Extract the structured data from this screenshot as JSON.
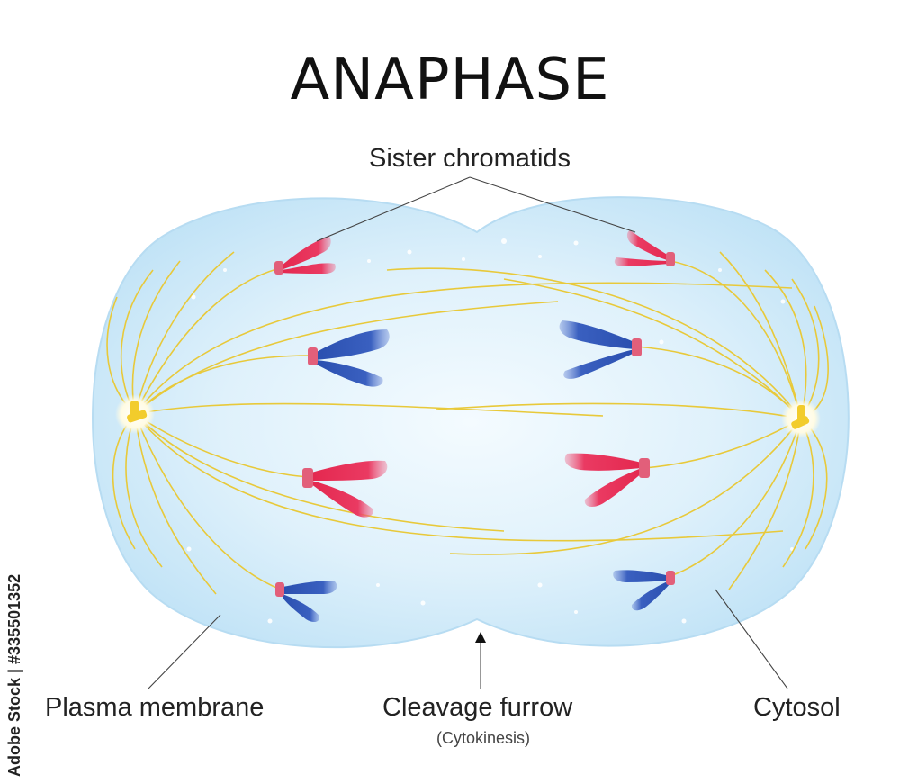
{
  "title": "ANAPHASE",
  "labels": {
    "sister_chromatids": "Sister chromatids",
    "plasma_membrane": "Plasma membrane",
    "cleavage_furrow": "Cleavage furrow",
    "cleavage_furrow_note": "(Cytokinesis)",
    "cytosol": "Cytosol"
  },
  "stock_id": "Adobe Stock | #335501352",
  "colors": {
    "cytoplasm": "#cfe9f8",
    "spindle": "#e8c93a",
    "chromatid_red": "#e8325a",
    "chromatid_blue": "#2f55b4",
    "centromere": "#e25f7a",
    "centrosome": "#f2cc2c"
  }
}
